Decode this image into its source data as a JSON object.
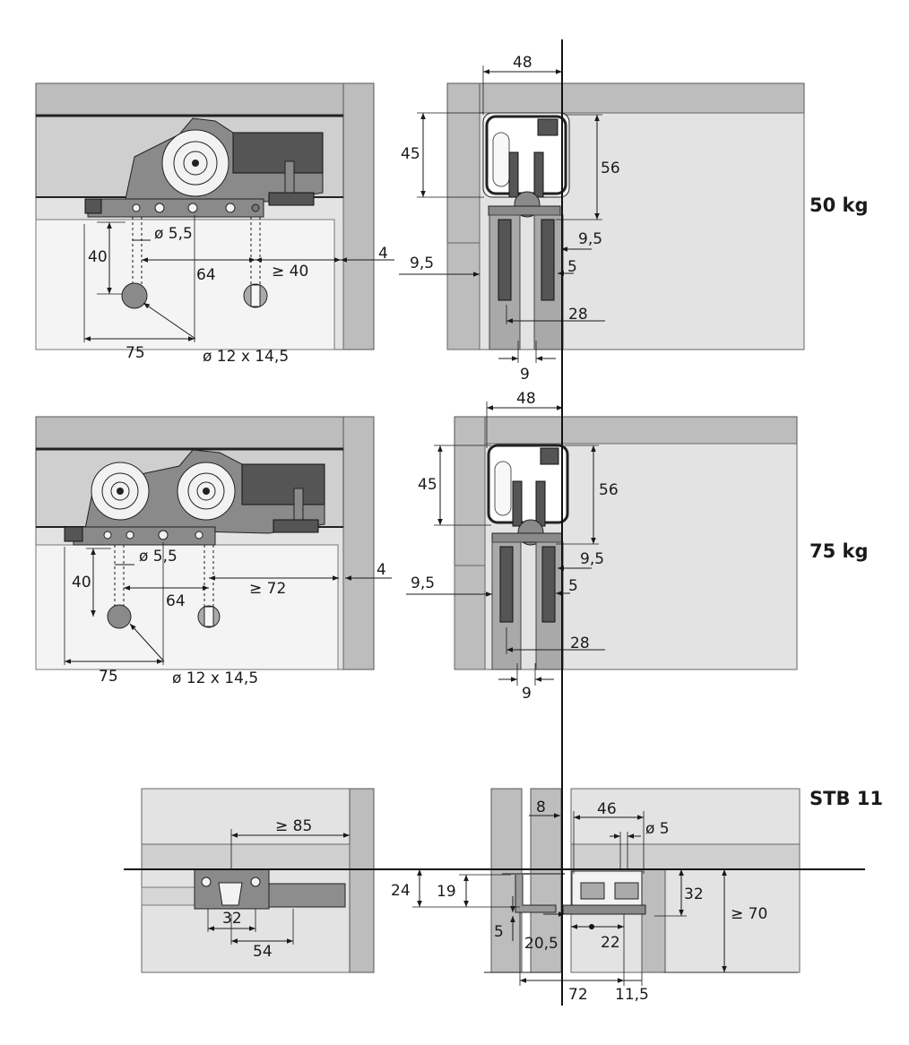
{
  "sections": [
    {
      "weight": "50 kg",
      "front": {
        "d_hole": "ø 5,5",
        "h40": "40",
        "d64": "64",
        "ge40": "≥ 40",
        "d4": "4",
        "d75": "75",
        "pin": "ø 12 x 14,5"
      },
      "side": {
        "w48": "48",
        "h45": "45",
        "h56": "56",
        "s95a": "9,5",
        "s95b": "9,5",
        "s5": "5",
        "s28": "28",
        "s9": "9"
      }
    },
    {
      "weight": "75 kg",
      "front": {
        "d_hole": "ø 5,5",
        "h40": "40",
        "d64": "64",
        "ge72": "≥ 72",
        "d4": "4",
        "d75": "75",
        "pin": "ø 12 x 14,5"
      },
      "side": {
        "w48": "48",
        "h45": "45",
        "h56": "56",
        "s95a": "9,5",
        "s95b": "9,5",
        "s5": "5",
        "s28": "28",
        "s9": "9"
      }
    }
  ],
  "stb": {
    "label": "STB 11",
    "left": {
      "ge85": "≥ 85",
      "d32": "32",
      "d54": "54"
    },
    "right": {
      "d8": "8",
      "d46": "46",
      "d5": "ø 5",
      "d24": "24",
      "d19": "19",
      "d32": "32",
      "ge70": "≥ 70",
      "d5b": "5",
      "d205": "20,5",
      "d22": "22",
      "d72": "72",
      "d115": "11,5"
    }
  }
}
